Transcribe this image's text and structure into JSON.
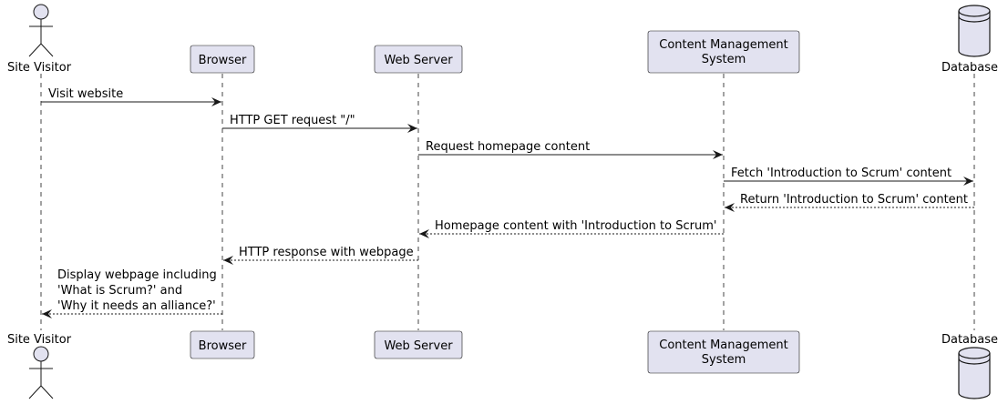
{
  "colors": {
    "box_fill": "#E2E2F0",
    "box_stroke": "#181818",
    "line": "#181818",
    "background": "#FFFFFF"
  },
  "participants": [
    {
      "id": "visitor",
      "kind": "actor",
      "icon": "actor-stick-figure-icon",
      "label": "Site Visitor"
    },
    {
      "id": "browser",
      "kind": "participant",
      "label": "Browser"
    },
    {
      "id": "webserver",
      "kind": "participant",
      "label": "Web Server"
    },
    {
      "id": "cms",
      "kind": "participant",
      "label_lines": [
        "Content Management",
        "System"
      ]
    },
    {
      "id": "database",
      "kind": "database",
      "icon": "database-cylinder-icon",
      "label": "Database"
    }
  ],
  "messages": [
    {
      "from": "visitor",
      "to": "browser",
      "style": "solid",
      "lines": [
        "Visit website"
      ]
    },
    {
      "from": "browser",
      "to": "webserver",
      "style": "solid",
      "lines": [
        "HTTP GET request \"/\""
      ]
    },
    {
      "from": "webserver",
      "to": "cms",
      "style": "solid",
      "lines": [
        "Request homepage content"
      ]
    },
    {
      "from": "cms",
      "to": "database",
      "style": "solid",
      "lines": [
        "Fetch 'Introduction to Scrum' content"
      ]
    },
    {
      "from": "database",
      "to": "cms",
      "style": "dashed",
      "lines": [
        "Return 'Introduction to Scrum' content"
      ]
    },
    {
      "from": "cms",
      "to": "webserver",
      "style": "dashed",
      "lines": [
        "Homepage content with 'Introduction to Scrum'"
      ]
    },
    {
      "from": "webserver",
      "to": "browser",
      "style": "dashed",
      "lines": [
        "HTTP response with webpage"
      ]
    },
    {
      "from": "browser",
      "to": "visitor",
      "style": "dashed",
      "lines": [
        "Display webpage including",
        "'What is Scrum?' and",
        "'Why it needs an alliance?'"
      ]
    }
  ]
}
